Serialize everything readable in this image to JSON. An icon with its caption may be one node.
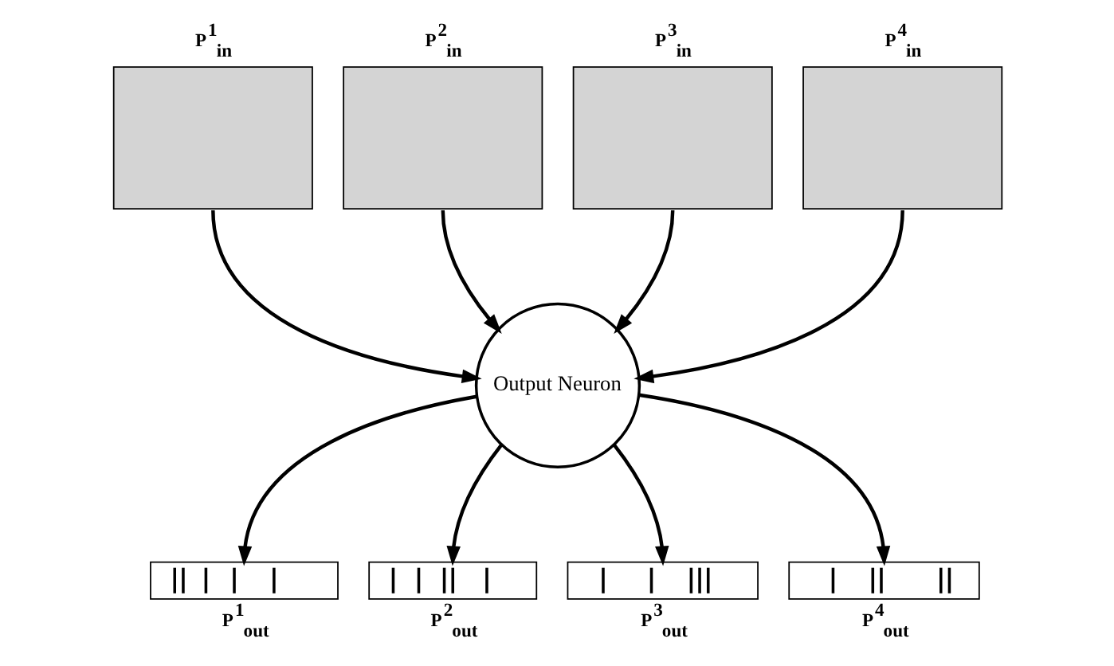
{
  "diagram": {
    "nodes": [
      {
        "text": [
          "P$^{1}$$_{in}$"
        ]
      },
      {
        "text": [
          "P$^{2}$$_{in}$"
        ]
      },
      {
        "text": [
          "P$^{3}$$_{in}$"
        ]
      },
      {
        "text": [
          "P$^{4}$$_{in}$"
        ]
      },
      {
        "text": [
          "Output Neuron"
        ]
      },
      {
        "text": [
          "P$^{1}$$_{out}$"
        ]
      },
      {
        "text": [
          "P$^{2}$$_{out}$"
        ]
      },
      {
        "text": [
          "P$^{3}$$_{out}$"
        ]
      },
      {
        "text": [
          "P$^{4}$$_{out}$"
        ]
      }
    ],
    "edges": [
      {
        "from": 0,
        "to": 4,
        "arrow": "to"
      },
      {
        "from": 1,
        "to": 4,
        "arrow": "to"
      },
      {
        "from": 2,
        "to": 4,
        "arrow": "to"
      },
      {
        "from": 3,
        "to": 4,
        "arrow": "to"
      },
      {
        "from": 4,
        "to": 5,
        "arrow": "to"
      },
      {
        "from": 4,
        "to": 6,
        "arrow": "to"
      },
      {
        "from": 4,
        "to": 7,
        "arrow": "to"
      },
      {
        "from": 4,
        "to": 8,
        "arrow": "to"
      }
    ]
  }
}
